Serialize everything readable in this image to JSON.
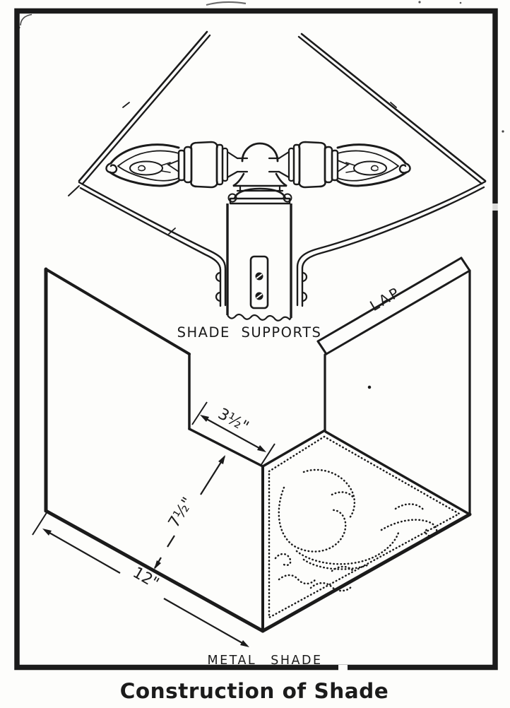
{
  "figure": {
    "caption": "Construction of Shade",
    "labels": {
      "shade_supports": "SHADE SUPPORTS",
      "lap": "LAP",
      "metal_shade": "METAL SHADE"
    },
    "dimensions": {
      "top_opening_edge": "3½\"",
      "panel_slant_height": "7½\"",
      "bottom_edge": "12\""
    },
    "colors": {
      "ink": "#1b1b1b",
      "paper": "#fdfdfb"
    }
  }
}
